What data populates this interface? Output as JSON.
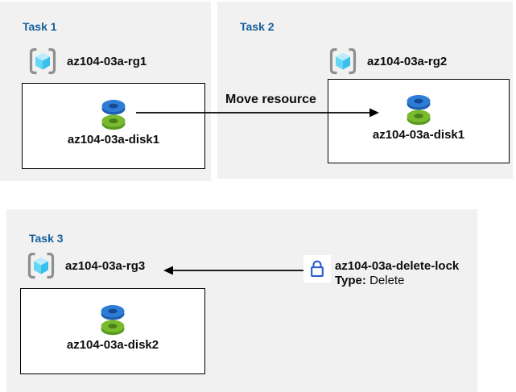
{
  "tasks": [
    {
      "title": "Task 1",
      "resource_group": "az104-03a-rg1",
      "resource": "az104-03a-disk1"
    },
    {
      "title": "Task 2",
      "resource_group": "az104-03a-rg2",
      "resource": "az104-03a-disk1"
    },
    {
      "title": "Task 3",
      "resource_group": "az104-03a-rg3",
      "resource": "az104-03a-disk2"
    }
  ],
  "move": {
    "label": "Move resource"
  },
  "lock": {
    "name": "az104-03a-delete-lock",
    "type_label": "Type:",
    "type_value": "Delete"
  },
  "icons": {
    "resource_group": "resource-group-icon",
    "disk": "managed-disk-icon",
    "lock": "delete-lock-icon",
    "arrow": "arrow-line"
  },
  "colors": {
    "panel_background": "#f1f1f1",
    "title_blue": "#155f9c",
    "label_black": "#0d0d0d",
    "box_border": "#000000",
    "arrow": "#000000",
    "lock_blue": "#2a60cc",
    "disk_blue": "#2f7cd6",
    "disk_blue_dark": "#164a91",
    "disk_green": "#7aba2f",
    "disk_green_dark": "#487f18",
    "cube_top": "#b9edfb",
    "cube_left": "#65d6f4",
    "cube_right": "#37bfee",
    "bracket_gray": "#8f8f8f"
  }
}
